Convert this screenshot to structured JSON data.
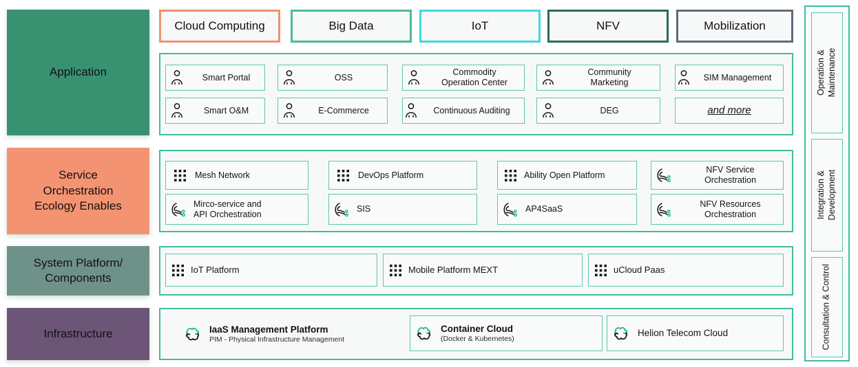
{
  "layers": [
    {
      "key": "application",
      "label": "Application",
      "color": "#389272"
    },
    {
      "key": "service",
      "label": "Service\nOrchestration\nEcology Enables",
      "color": "#f49372"
    },
    {
      "key": "system",
      "label": "System Platform/\nComponents",
      "color": "#6e9289"
    },
    {
      "key": "infrastructure",
      "label": "Infrastructure",
      "color": "#6d5578"
    }
  ],
  "tabs": [
    {
      "label": "Cloud Computing",
      "border": "#f0916e"
    },
    {
      "label": "Big Data",
      "border": "#4cb99b"
    },
    {
      "label": "IoT",
      "border": "#3ed8dd"
    },
    {
      "label": "NFV",
      "border": "#2c6a56"
    },
    {
      "label": "Mobilization",
      "border": "#5f6b78"
    }
  ],
  "application_items": [
    {
      "label": "Smart Portal",
      "icon": "person-icon"
    },
    {
      "label": "OSS",
      "icon": "person-icon"
    },
    {
      "label": "Commodity\nOperation Center",
      "icon": "person-icon"
    },
    {
      "label": "Community\nMarketing",
      "icon": "person-icon"
    },
    {
      "label": "SIM Management",
      "icon": "person-icon"
    },
    {
      "label": "Smart O&M",
      "icon": "person-icon"
    },
    {
      "label": "E-Commerce",
      "icon": "person-icon"
    },
    {
      "label": "Continuous Auditing",
      "icon": "person-icon"
    },
    {
      "label": "DEG",
      "icon": "person-icon"
    },
    {
      "label": "and more",
      "icon": "none"
    }
  ],
  "service_items": [
    {
      "label": "Mesh Network",
      "icon": "grid-dots-icon"
    },
    {
      "label": "DevOps Platform",
      "icon": "grid-dots-icon"
    },
    {
      "label": "Ability Open Platform",
      "icon": "grid-dots-icon"
    },
    {
      "label": "NFV Service\nOrchestration",
      "icon": "orchestration-icon"
    },
    {
      "label": "Mirco-service and\nAPI Orchestration",
      "icon": "orchestration-icon"
    },
    {
      "label": "SIS",
      "icon": "orchestration-icon"
    },
    {
      "label": "AP4SaaS",
      "icon": "orchestration-icon"
    },
    {
      "label": "NFV Resources\nOrchestration",
      "icon": "orchestration-icon"
    }
  ],
  "system_items": [
    {
      "label": "IoT Platform",
      "icon": "grid-dots-icon"
    },
    {
      "label": "Mobile Platform MEXT",
      "icon": "grid-dots-icon"
    },
    {
      "label": "uCloud Paas",
      "icon": "grid-dots-icon"
    }
  ],
  "infrastructure_items": [
    {
      "title": "IaaS Management Platform",
      "subtitle": "PIM - Physical Infrastructure Management",
      "icon": "cloud-refresh-icon",
      "boxed": false
    },
    {
      "title": "Container Cloud",
      "subtitle": "(Docker & Kubernetes)",
      "icon": "cloud-refresh-icon",
      "boxed": true
    },
    {
      "title": "Helion Telecom Cloud",
      "subtitle": "",
      "icon": "cloud-refresh-icon",
      "boxed": true
    }
  ],
  "rail_items": [
    {
      "label": "Operation &\nMaintenance"
    },
    {
      "label": "Integration &\nDevelopment"
    },
    {
      "label": "Consultation & Control"
    }
  ],
  "colors": {
    "teal_frame": "#3dbda0",
    "cell_border": "#5cc6ae",
    "icon_green": "#15b88a",
    "panel_bg": "#f7f9f8"
  }
}
